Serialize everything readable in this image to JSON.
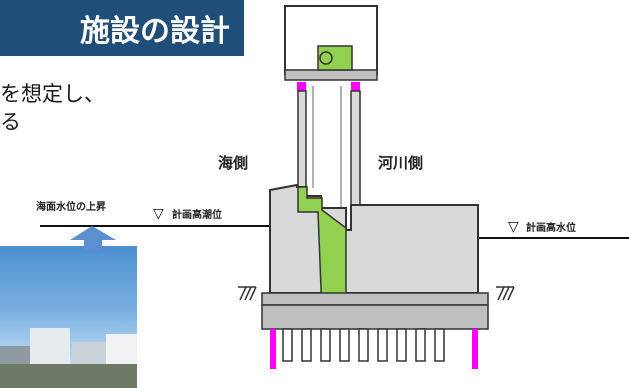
{
  "title": "施設の設計",
  "body_lines": [
    "を想定し、",
    "る"
  ],
  "labels": {
    "sea_side": "海側",
    "river_side": "河川側",
    "sea_rise": "海面水位の上昇",
    "planned_high_tide": "計画高潮位",
    "planned_high_water": "計画高水位",
    "wl_symbol": "▽"
  },
  "colors": {
    "title_bg": "#1f4e79",
    "concrete": "#d9d9d9",
    "green_element": "#92d050",
    "piles": "#ff00ff",
    "arrow": "#5b8fcf"
  }
}
